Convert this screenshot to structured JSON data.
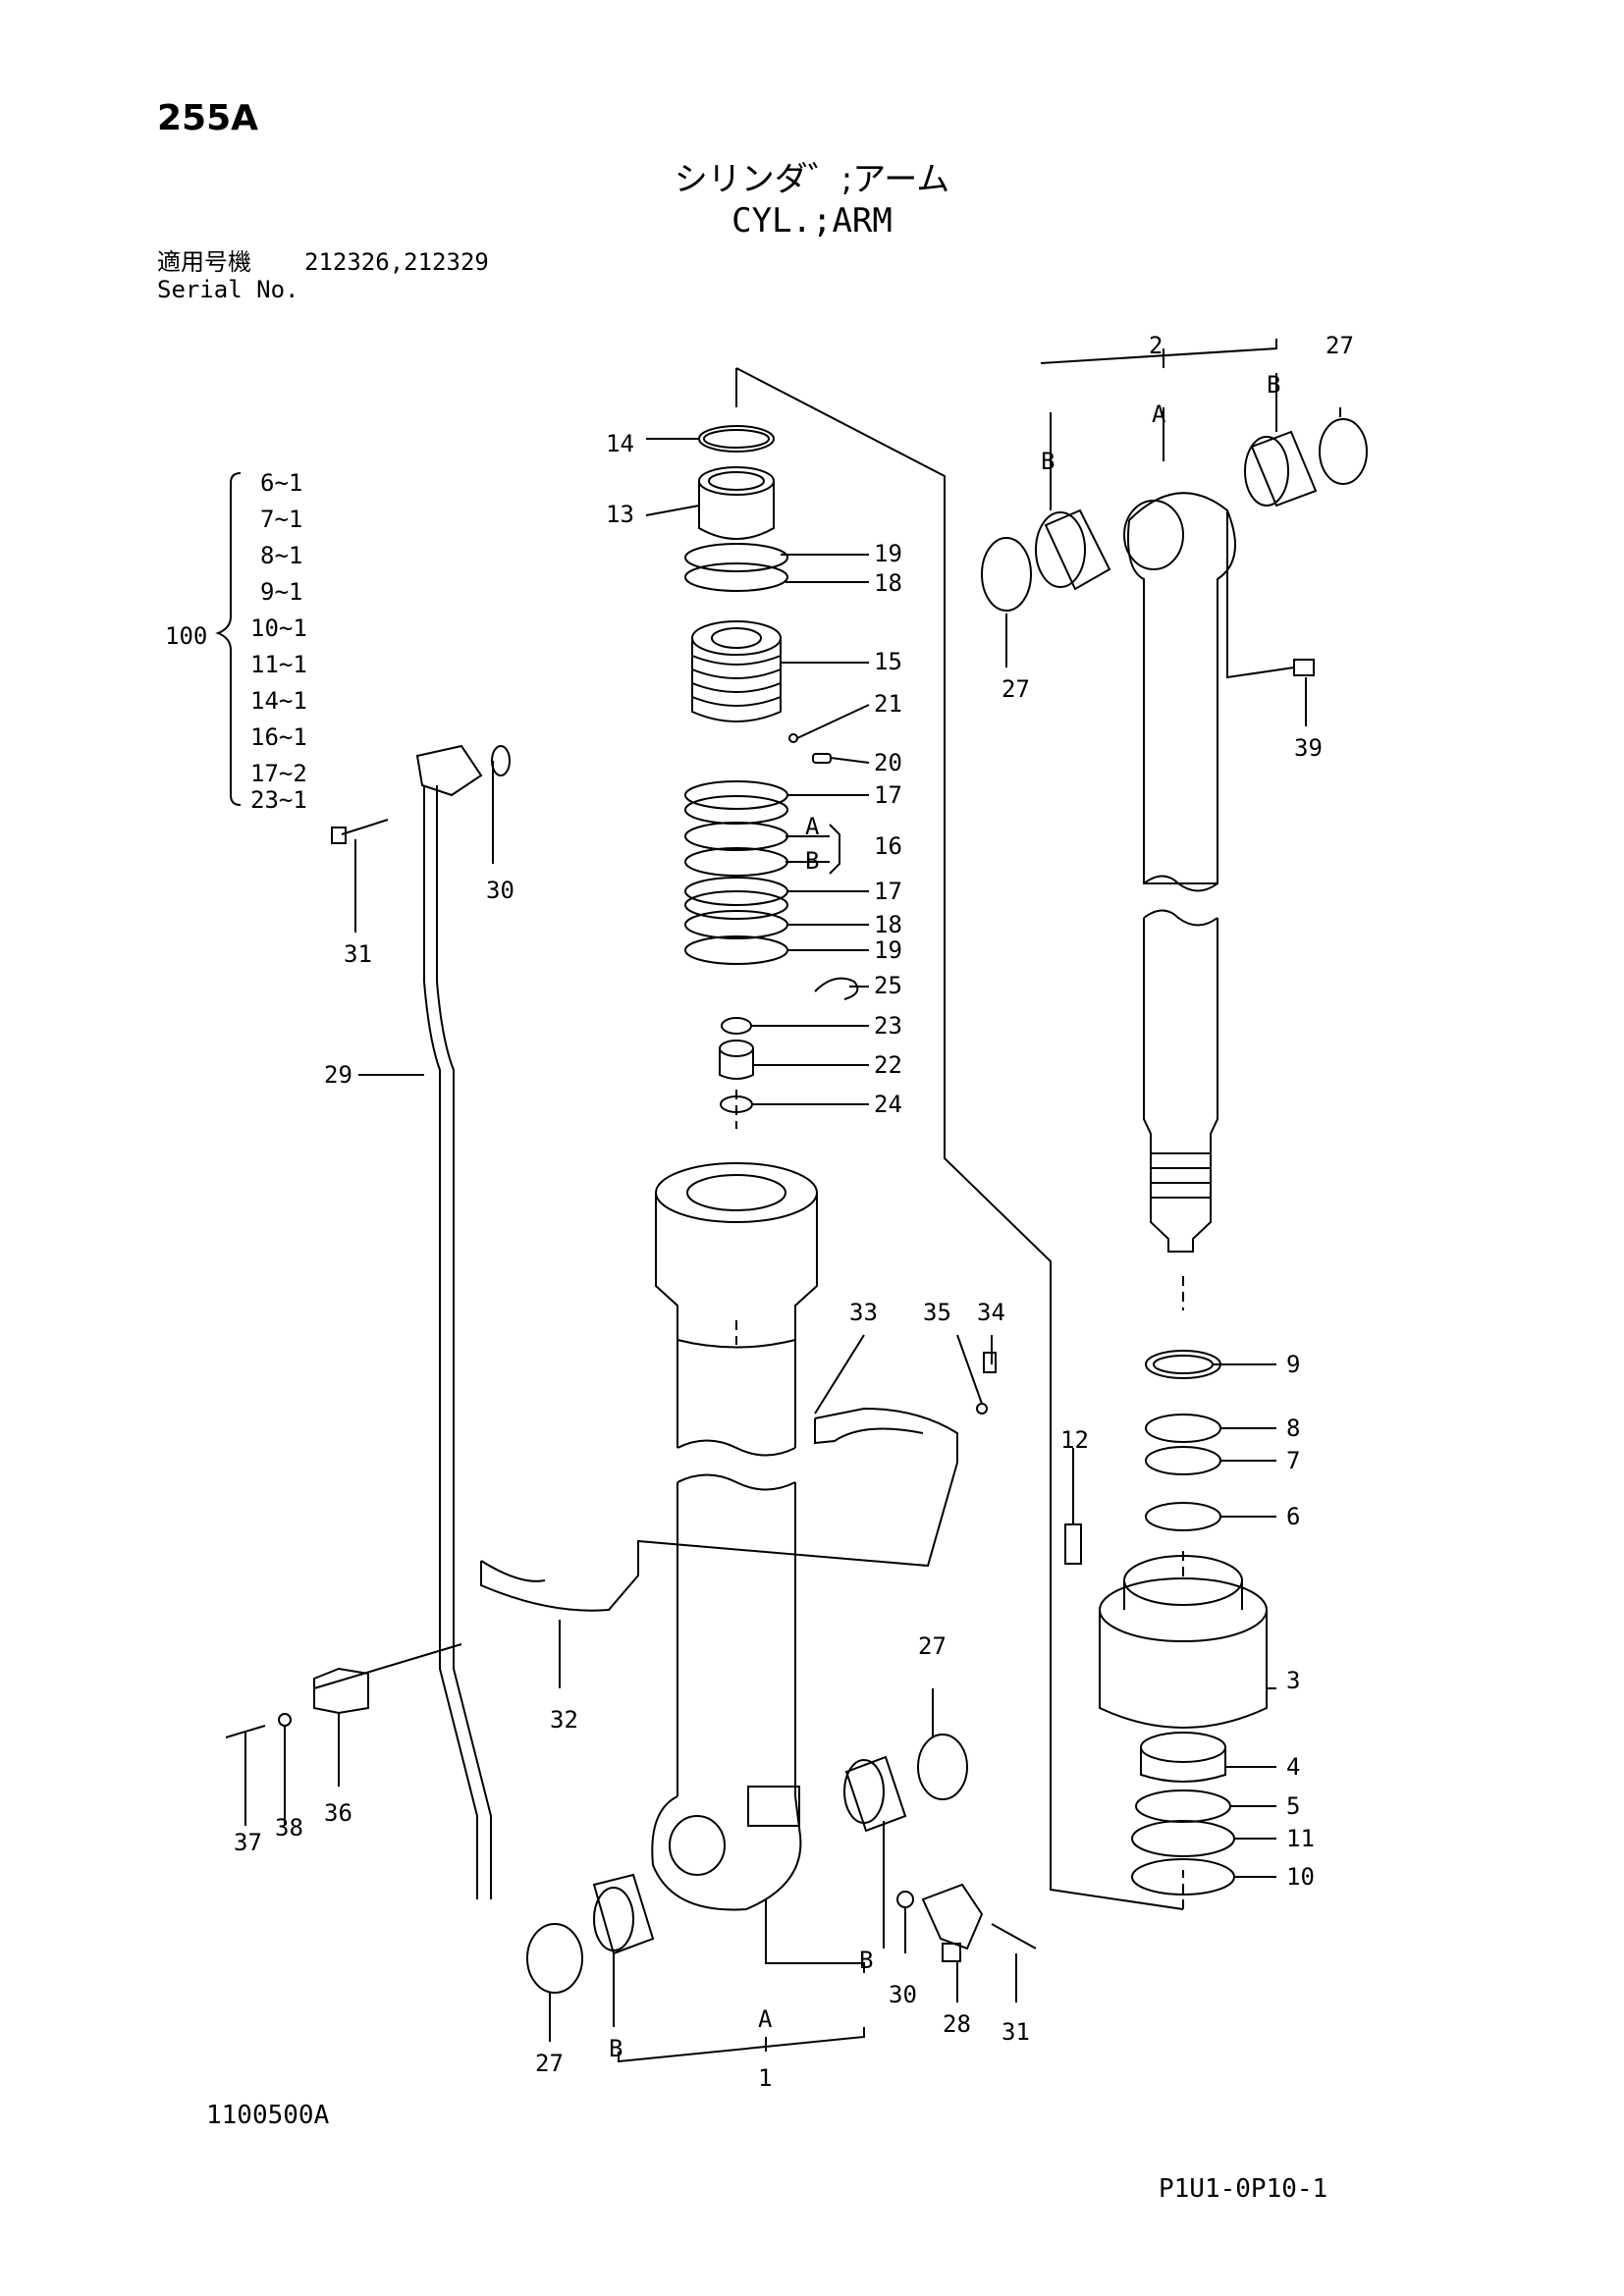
{
  "header": {
    "page_number": "255A",
    "title_ja": "シリンダ゛;アーム",
    "title_en": "CYL.;ARM",
    "serial_label_ja": "適用号機",
    "serial_values": "212326,212329",
    "serial_label_en": "Serial No."
  },
  "kit": {
    "number": "100",
    "items": [
      "6~1",
      "7~1",
      "8~1",
      "9~1",
      "10~1",
      "11~1",
      "14~1",
      "16~1",
      "17~2",
      "23~1"
    ]
  },
  "callouts": {
    "p1": "1",
    "p2": "2",
    "p3": "3",
    "p4": "4",
    "p5": "5",
    "p6": "6",
    "p7": "7",
    "p8": "8",
    "p9": "9",
    "p10": "10",
    "p11": "11",
    "p12": "12",
    "p13": "13",
    "p14": "14",
    "p15": "15",
    "p16": "16",
    "p17a": "17",
    "p17b": "17",
    "p18a": "18",
    "p18b": "18",
    "p19a": "19",
    "p19b": "19",
    "p20": "20",
    "p21": "21",
    "p22": "22",
    "p23": "23",
    "p24": "24",
    "p25": "25",
    "p27a": "27",
    "p27b": "27",
    "p27c": "27",
    "p27d": "27",
    "p28": "28",
    "p29": "29",
    "p30a": "30",
    "p30b": "30",
    "p31a": "31",
    "p31b": "31",
    "p32": "32",
    "p33": "33",
    "p34": "34",
    "p35": "35",
    "p36": "36",
    "p37": "37",
    "p38": "38",
    "p39": "39",
    "a_top": "A",
    "b_top_left": "B",
    "b_top_right": "B",
    "a_16": "A",
    "b_16": "B",
    "a_bottom": "A",
    "b_bottom_left": "B",
    "b_bottom_right": "B"
  },
  "footer": {
    "drawing_number": "1100500A",
    "sheet_code": "P1U1-0P10-1"
  }
}
